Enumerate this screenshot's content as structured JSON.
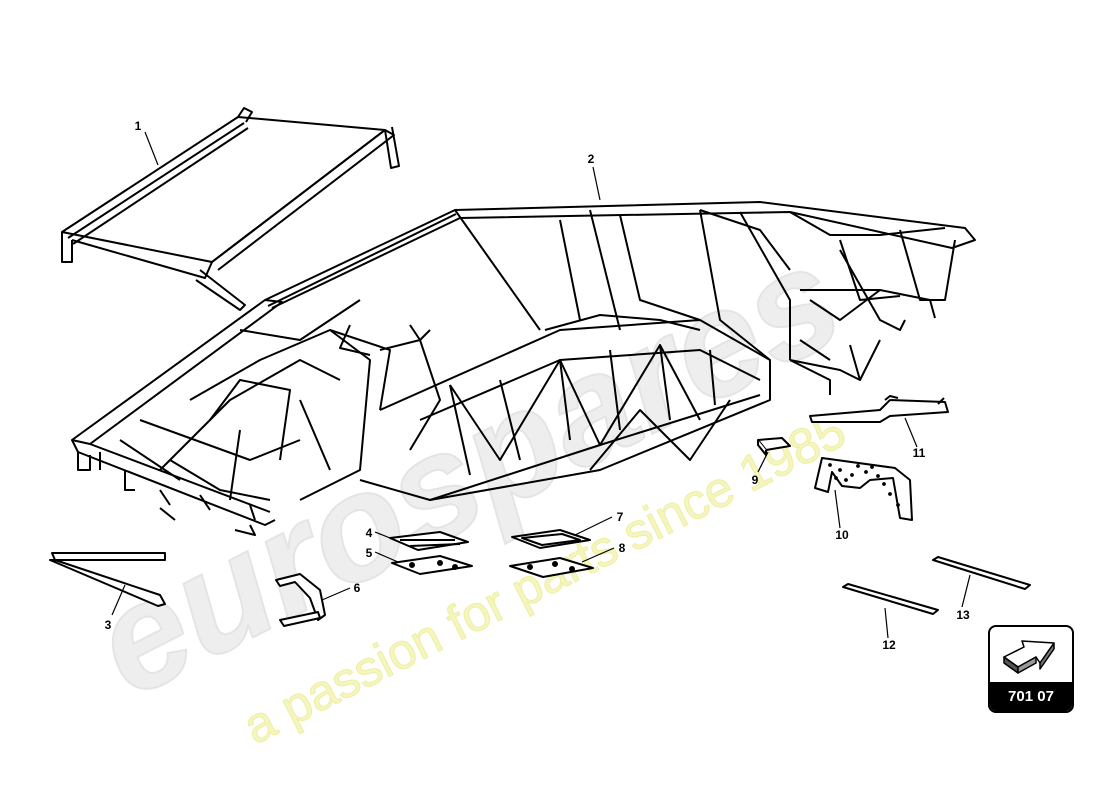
{
  "watermark": {
    "brand": "eurospares",
    "tagline": "a passion for parts since 1985"
  },
  "callouts": [
    {
      "id": "c1",
      "label": "1"
    },
    {
      "id": "c2",
      "label": "2"
    },
    {
      "id": "c3",
      "label": "3"
    },
    {
      "id": "c4",
      "label": "4"
    },
    {
      "id": "c5",
      "label": "5"
    },
    {
      "id": "c6",
      "label": "6"
    },
    {
      "id": "c7",
      "label": "7"
    },
    {
      "id": "c8",
      "label": "8"
    },
    {
      "id": "c9",
      "label": "9"
    },
    {
      "id": "c10",
      "label": "10"
    },
    {
      "id": "c11",
      "label": "11"
    },
    {
      "id": "c12",
      "label": "12"
    },
    {
      "id": "c13",
      "label": "13"
    }
  ],
  "reference_badge": {
    "code": "701 07",
    "icon": "arrow-icon"
  },
  "colors": {
    "line": "#000000",
    "watermark_grey": "#e6e6e6",
    "watermark_yellow": "#f2f2a0"
  }
}
